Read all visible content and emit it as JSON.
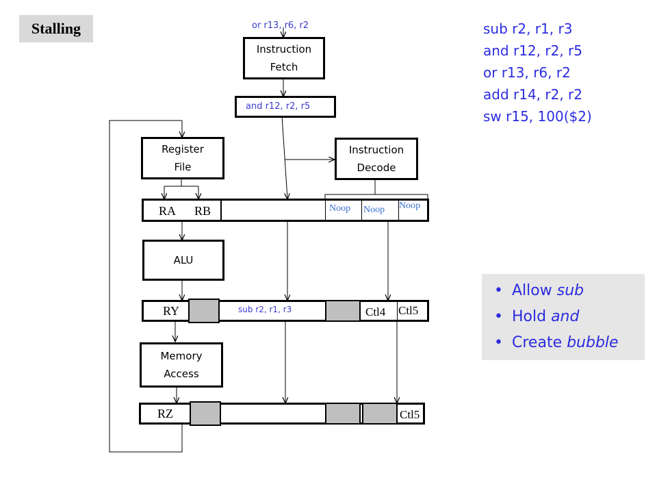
{
  "title": "Stalling",
  "fetch_label_top": "or r13, r6, r2",
  "boxes": {
    "instruction_fetch": "Instruction\nFetch",
    "register_file": "Register\nFile",
    "instruction_decode": "Instruction\nDecode",
    "alu": "ALU",
    "memory_access": "Memory\nAccess"
  },
  "decode_reg_label": "and r12, r2, r5",
  "reg_ra_rb": {
    "ra": "RA",
    "rb": "RB",
    "noops": [
      "Noop",
      "Noop",
      "Noop"
    ]
  },
  "reg_ry": {
    "ry": "RY",
    "instr": "sub r2, r1, r3",
    "ctl4": "Ctl4",
    "ctl5": "Ctl5"
  },
  "reg_rz": {
    "rz": "RZ",
    "ctl5": "Ctl5"
  },
  "code": [
    "sub r2, r1, r3",
    "and r12, r2, r5",
    "or r13, r6, r2",
    "add r14, r2, r2",
    "sw r15, 100($2)"
  ],
  "notes": [
    {
      "pre": "Allow ",
      "emph": "sub"
    },
    {
      "pre": "Hold ",
      "emph": "and"
    },
    {
      "pre": "Create ",
      "emph": "bubble"
    }
  ],
  "colors": {
    "accent_text": "#2b2be0",
    "label_blue": "#3a3ad0",
    "gray_fill": "#bfbfbf",
    "notes_bg": "#e6e6e6"
  }
}
